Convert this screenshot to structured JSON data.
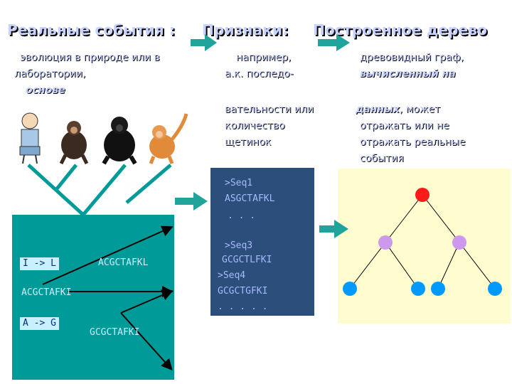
{
  "headers": {
    "real_events": "Реальные события :",
    "features": "Признаки:",
    "built_tree": "Построенное дерево"
  },
  "col1": {
    "line1": "эволюция в природе или в",
    "line2": "лаборатории,",
    "line3": "основе"
  },
  "col2": {
    "line1": "например,",
    "line2": "а.к. последо-",
    "line3": "вательности или",
    "line4": "количество",
    "line5": "щетинок"
  },
  "col3": {
    "line1": "древовидный граф,",
    "line2": "вычисленный на",
    "line3a": "данных",
    "line3b": ", может",
    "line4": "отражать или не",
    "line5": "отражать реальные",
    "line6": "события"
  },
  "left_panel": {
    "tag1": "I -> L",
    "seq1": "ACGCTAFKL",
    "seq2": "ACGCTAFKI",
    "tag2": "A -> G",
    "seq3": "GCGCTAFKI"
  },
  "seq_panel": {
    "l1": ">Seq1",
    "l2": "ASGCTAFKL",
    "l3": ". . .",
    "l4": ">Seq3",
    "l5": "GCGCTLFKI",
    "l6": ">Seq4",
    "l7": "GCGCTGFKI",
    "l8": ". . . . ."
  },
  "colors": {
    "header_text": "#c8d2ff",
    "teal_panel": "#009b99",
    "navy_panel": "#2b4f7a",
    "cream_panel": "#fffdd0",
    "arrow": "#1fa39b",
    "root_node": "#ff1a1a",
    "mid_node": "#cc99ee",
    "leaf_node": "#0099ff"
  }
}
